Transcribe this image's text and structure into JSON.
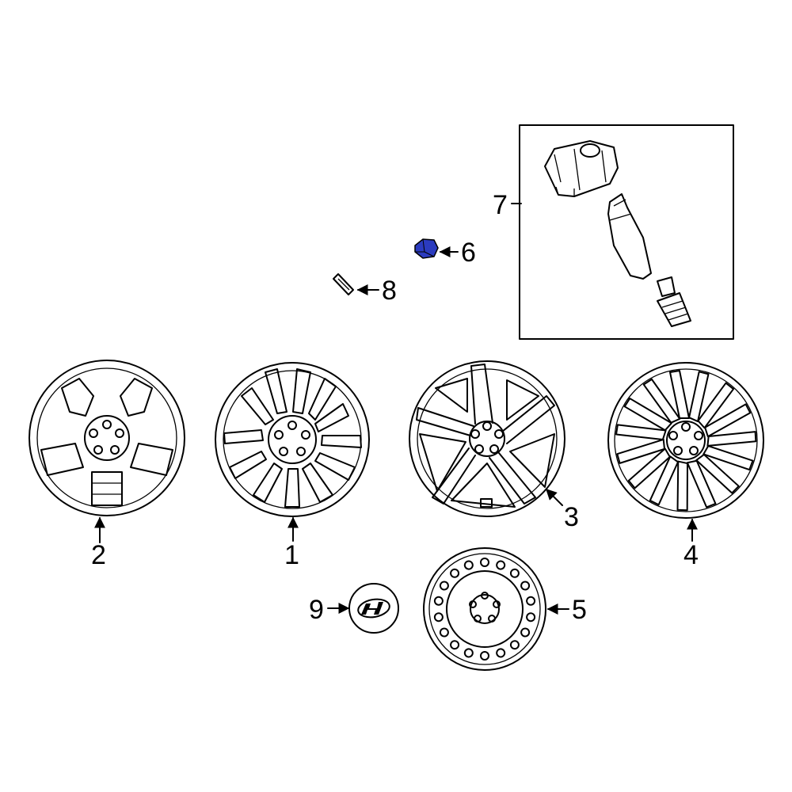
{
  "colors": {
    "line": "#000000",
    "background": "#ffffff",
    "highlight": "#2b3bbf"
  },
  "callouts": {
    "c1": "1",
    "c2": "2",
    "c3": "3",
    "c4": "4",
    "c5": "5",
    "c6": "6",
    "c7": "7",
    "c8": "8",
    "c9": "9"
  }
}
